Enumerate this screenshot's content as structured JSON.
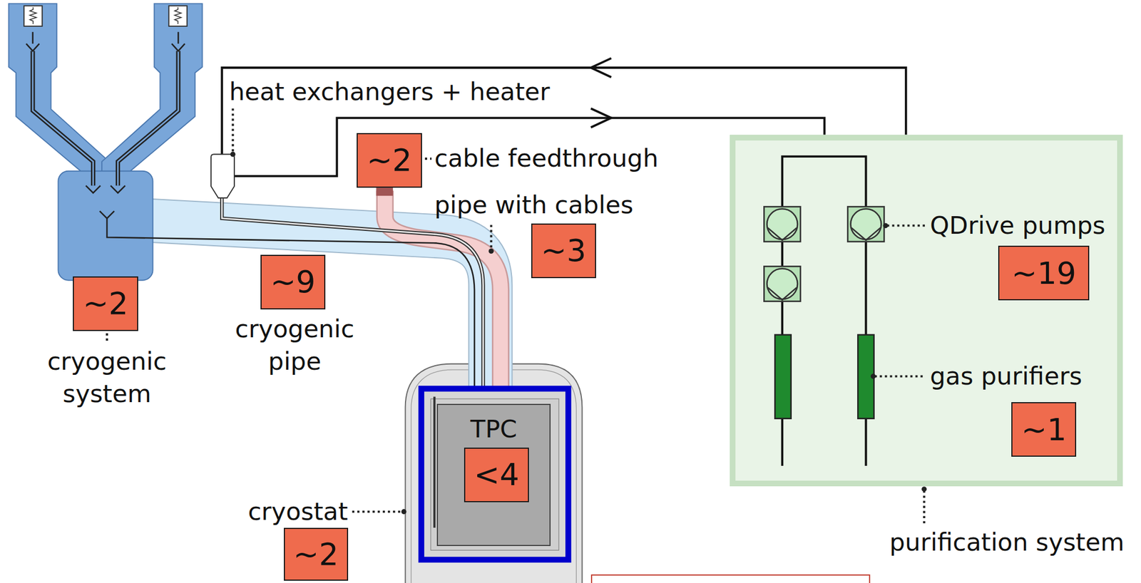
{
  "diagram": {
    "nodes": [
      {
        "text": [
          "~2"
        ]
      },
      {
        "text": [
          "~9"
        ]
      },
      {
        "text": [
          "~2"
        ]
      },
      {
        "text": [
          "~3"
        ]
      },
      {
        "text": [
          "TPC"
        ]
      },
      {
        "text": [
          "<4"
        ],
        "in": 4
      },
      {
        "text": [
          "~2"
        ]
      },
      {
        "text": [
          "QDrive pumps",
          "gas purifiers",
          "purification system"
        ]
      },
      {
        "text": [
          "~19"
        ],
        "in": 7
      },
      {
        "text": [
          "~1"
        ],
        "in": 7
      }
    ],
    "labels": [
      "heat exchangers + heater",
      "cable feedthrough",
      "pipe with cables",
      "cryogenic system",
      "cryogenic pipe",
      "cryostat"
    ]
  }
}
